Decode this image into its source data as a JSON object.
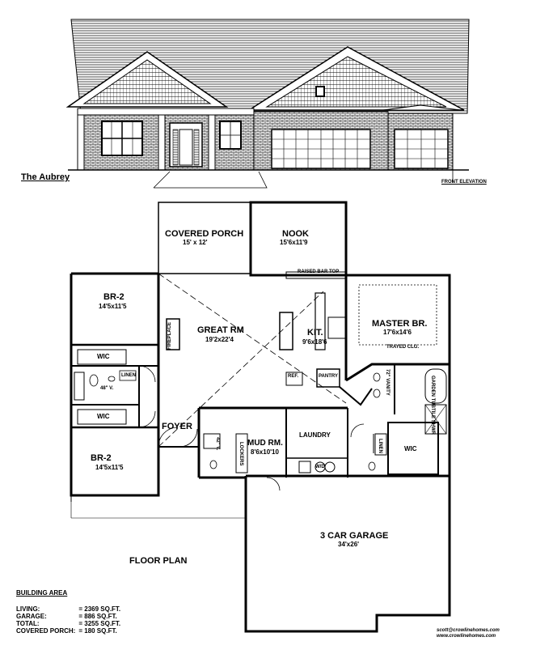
{
  "elevation": {
    "plan_name": "The Aubrey",
    "view_label": "FRONT ELEVATION"
  },
  "rooms": {
    "covered_porch": {
      "name": "COVERED PORCH",
      "dim": "15' x 12'"
    },
    "nook": {
      "name": "NOOK",
      "dim": "15'6x11'9"
    },
    "br2_top": {
      "name": "BR-2",
      "dim": "14'5x11'5"
    },
    "great_rm": {
      "name": "GREAT RM",
      "dim": "19'2x22'4"
    },
    "kit": {
      "name": "KIT.",
      "dim": "9'6x18'6"
    },
    "master_br": {
      "name": "MASTER BR.",
      "dim": "17'6x14'6"
    },
    "trayed": "TRAYED CLG.",
    "wic_left_top": "WIC",
    "wic_left_bot": "WIC",
    "wic_right": "WIC",
    "linen_left": "LINEN",
    "linen_right": "LINEN",
    "foyer": "FOYER",
    "br2_bot": {
      "name": "BR-2",
      "dim": "14'5x11'5"
    },
    "mud_rm": {
      "name": "MUD RM.",
      "dim": "8'6x10'10"
    },
    "laundry": "LAUNDRY",
    "lockers": "LOCKERS",
    "pantry": "PANTRY",
    "ref": "REF.",
    "fireplace": "FIREPLACE",
    "garage": {
      "name": "3 CAR GARAGE",
      "dim": "34'x26'"
    },
    "raised_bar": "RAISED BAR TOP",
    "garden_tub": "GARDEN TUB",
    "tile_shower": "TILE SHWR",
    "vanity_48": "48\" V.",
    "vanity_72": "72\" VANITY",
    "vanity_42": "42\" V.",
    "wv_label": "W/D"
  },
  "plan_label": "FLOOR PLAN",
  "building_area": {
    "heading": "BUILDING AREA",
    "rows": [
      {
        "label": "LIVING:",
        "value": "= 2369 SQ.FT."
      },
      {
        "label": "GARAGE:",
        "value": "= 886 SQ.FT."
      },
      {
        "label": "TOTAL:",
        "value": "= 3255 SQ.FT."
      },
      {
        "label": "COVERED PORCH:",
        "value": "= 180 SQ.FT."
      }
    ]
  },
  "credits": [
    "scott@crowlinehomes.com",
    "www.crowlinehomes.com"
  ]
}
